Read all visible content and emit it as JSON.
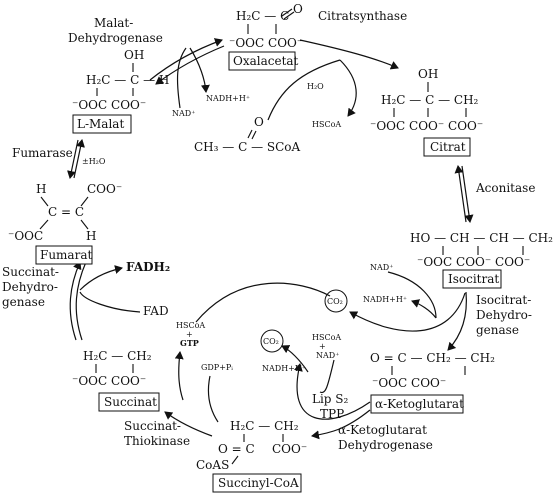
{
  "compounds": {
    "oxalacetat": {
      "name": "Oxalacetat",
      "line1": "H₂C — C",
      "o": "O",
      "line2": "⁻OOC   COO⁻"
    },
    "citrat": {
      "name": "Citrat",
      "oh": "OH",
      "line1": "H₂C — C — CH₂",
      "line2": "⁻OOC   COO⁻ COO⁻"
    },
    "isocitrat": {
      "name": "Isocitrat",
      "line1": "HO — CH — CH — CH₂",
      "line2": "⁻OOC   COO⁻ COO⁻"
    },
    "ketoglutarat": {
      "name": "α-Ketoglutarat",
      "line1": "O = C — CH₂ — CH₂",
      "line2": "⁻OOC            COO⁻"
    },
    "succinylcoa": {
      "name": "Succinyl-CoA",
      "line1": "H₂C — CH₂",
      "o": "O = C",
      "line2": "COO⁻",
      "line3": "CoAS"
    },
    "succinat": {
      "name": "Succinat",
      "line1": "H₂C — CH₂",
      "line2": "⁻OOC    COO⁻"
    },
    "fumarat": {
      "name": "Fumarat",
      "h1": "H",
      "coo1": "COO⁻",
      "line1": "C = C",
      "coo2": "⁻OOC",
      "h2": "H"
    },
    "lmalat": {
      "name": "L-Malat",
      "oh": "OH",
      "line1": "H₂C — C — H",
      "line2": "⁻OOC   COO⁻"
    },
    "acetylcoa": {
      "o": "O",
      "line1": "CH₃ — C — SCoA"
    }
  },
  "enzymes": {
    "malat_dh": [
      "Malat-",
      "Dehydrogenase"
    ],
    "citratsynthase": "Citratsynthase",
    "aconitase": "Aconitase",
    "isocitrat_dh": [
      "Isocitrat-",
      "Dehydro-",
      "genase"
    ],
    "ketoglutarat_dh": [
      "α-Ketoglutarat",
      "Dehydrogenase"
    ],
    "succinat_thiokinase": [
      "Succinat-",
      "Thiokinase"
    ],
    "succinat_dh": [
      "Succinat-",
      "Dehydro-",
      "genase"
    ],
    "fumarase": "Fumarase"
  },
  "cofactors": {
    "nad_malat": "NAD⁺",
    "nadh_malat": "NADH+H⁺",
    "h2o_citrat": "H₂O",
    "hscoa_citrat": "HSCoA",
    "nad_isocitrat": "NAD⁺",
    "nadh_isocitrat": "NADH+H⁺",
    "co2_isocitrat": "CO₂",
    "co2_keto": "CO₂",
    "hscoa_keto": "HSCoA",
    "plus": "+",
    "nad_keto": "NAD⁺",
    "nadh_keto": "NADH+H⁺",
    "lip_s2": "Lip S₂",
    "tpp": "TPP",
    "hscoa_gtp": "HSCoA",
    "gtp": "GTP",
    "gdp_pi": "GDP+Pᵢ",
    "fadh2": "FADH₂",
    "fad": "FAD",
    "h2o_fumarase": "±H₂O"
  }
}
